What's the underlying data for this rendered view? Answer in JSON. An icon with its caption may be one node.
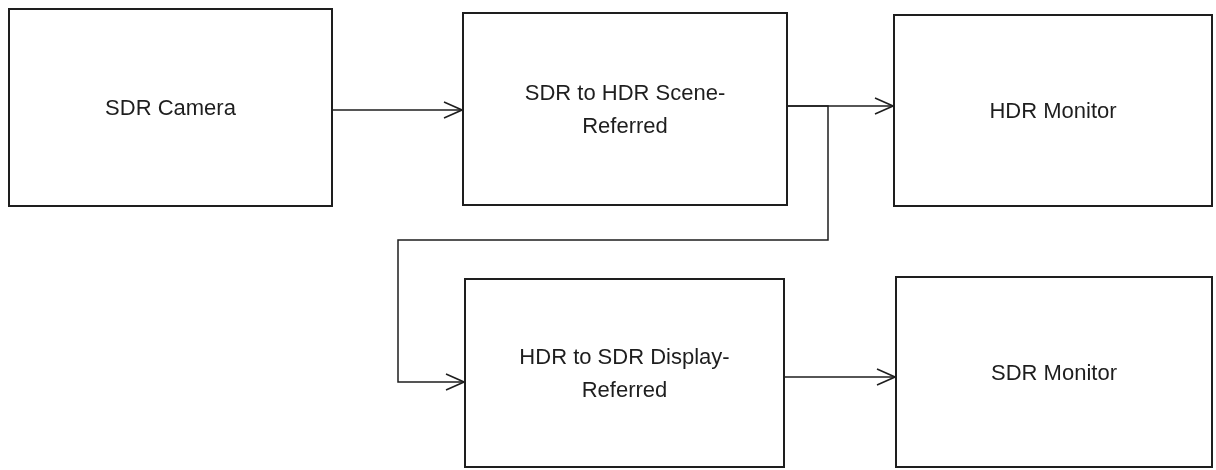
{
  "diagram": {
    "nodes": [
      {
        "text": [
          "SDR Camera"
        ]
      },
      {
        "text": [
          "SDR to HDR Scene-Referred"
        ]
      },
      {
        "text": [
          "HDR Monitor"
        ]
      },
      {
        "text": [
          "HDR to SDR Display-Referred"
        ]
      },
      {
        "text": [
          "SDR Monitor"
        ]
      }
    ],
    "edges": [
      {
        "from": 0,
        "to": 1,
        "arrow": "to"
      },
      {
        "from": 1,
        "to": 2,
        "arrow": "to"
      },
      {
        "from": 1,
        "to": 3,
        "arrow": "to"
      },
      {
        "from": 3,
        "to": 4,
        "arrow": "to"
      }
    ]
  }
}
